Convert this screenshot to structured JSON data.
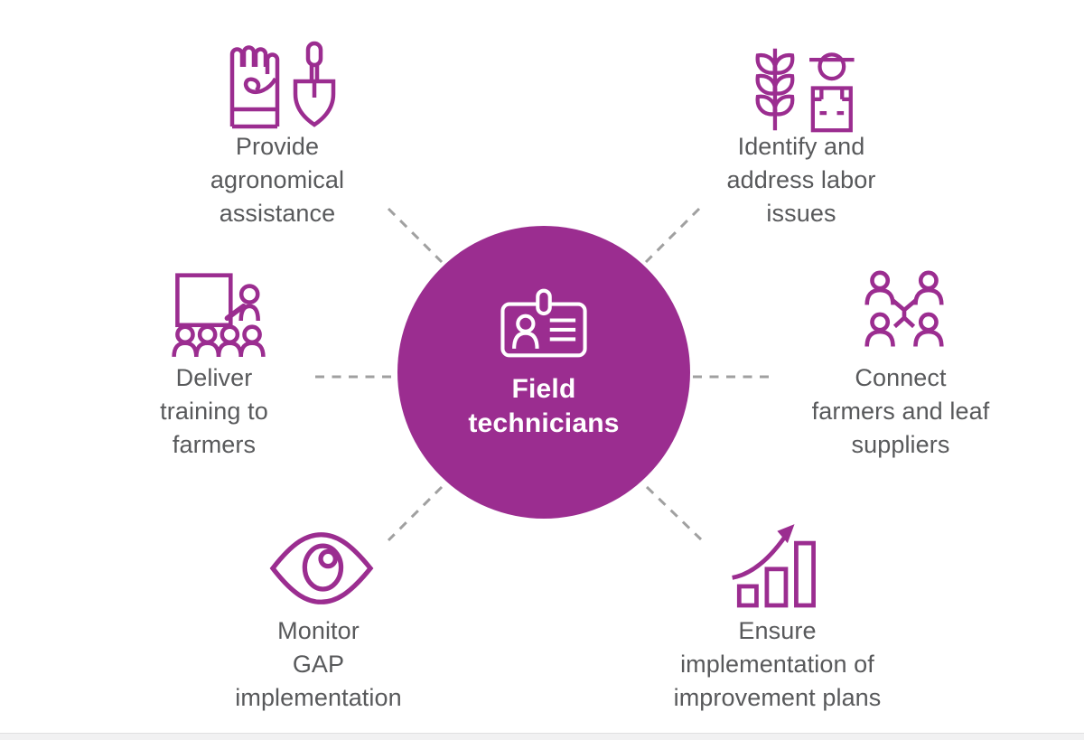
{
  "colors": {
    "accent": "#9B2D90",
    "text": "#58595B",
    "dash": "#A0A0A0",
    "center_text": "#FFFFFF",
    "footer": "#F1F1F2",
    "background": "#FFFFFF"
  },
  "center": {
    "title": "Field\ntechnicians",
    "icon": "id-badge-icon"
  },
  "items": [
    {
      "id": "provide-agronomical-assistance",
      "position": "top-left",
      "icon": "glove-trowel-icon",
      "label": "Provide\nagronomical\nassistance"
    },
    {
      "id": "identify-address-labor-issues",
      "position": "top-right",
      "icon": "wheat-farmer-icon",
      "label": "Identify and\naddress labor\nissues"
    },
    {
      "id": "deliver-training-to-farmers",
      "position": "middle-left",
      "icon": "training-presentation-icon",
      "label": "Deliver\ntraining to\nfarmers"
    },
    {
      "id": "connect-farmers-leaf-suppliers",
      "position": "middle-right",
      "icon": "people-network-icon",
      "label": "Connect\nfarmers and leaf\nsuppliers"
    },
    {
      "id": "monitor-gap-implementation",
      "position": "bottom-left",
      "icon": "eye-icon",
      "label": "Monitor\nGAP\nimplementation"
    },
    {
      "id": "ensure-improvement-plans",
      "position": "bottom-right",
      "icon": "growth-chart-icon",
      "label": "Ensure\nimplementation of\nimprovement plans"
    }
  ]
}
